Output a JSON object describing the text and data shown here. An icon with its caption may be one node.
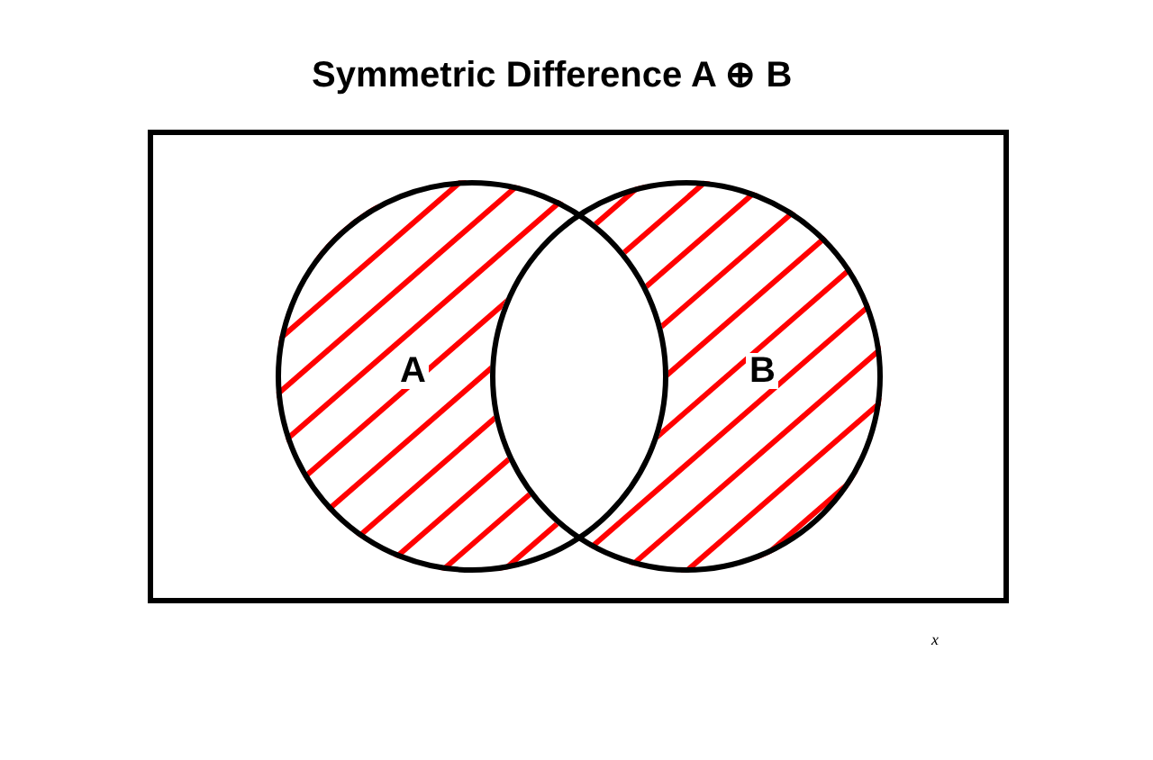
{
  "diagram": {
    "title": "Symmetric Difference A ⊕ B",
    "nodes": [
      {
        "text": [],
        "shape": "box"
      },
      {
        "text": [
          "A"
        ],
        "in": 0
      },
      {
        "text": [
          "B"
        ],
        "in": 0
      }
    ],
    "labels": [
      "x"
    ]
  }
}
